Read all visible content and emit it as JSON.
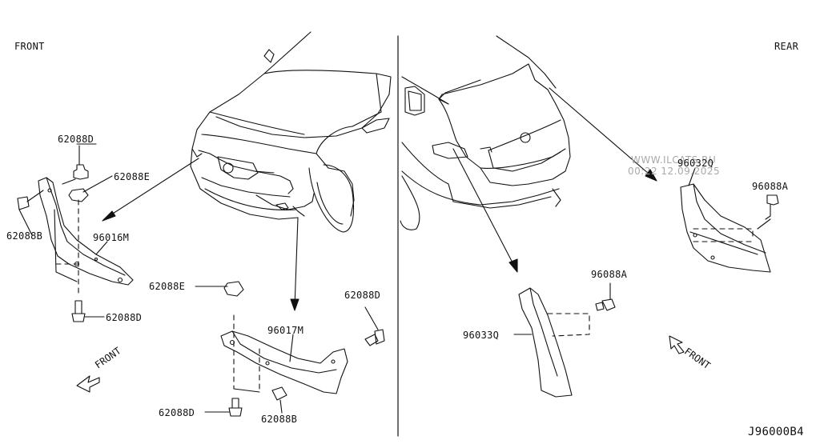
{
  "headings": {
    "front": "FRONT",
    "rear": "REAR"
  },
  "watermark": {
    "line1": "WWW.ILCATS.RU",
    "line2": "00:22 12.09.2025"
  },
  "parts": {
    "p62088D_a": "62088D",
    "p62088E_a": "62088E",
    "p62088B_a": "62088B",
    "p96016M": "96016M",
    "p62088D_b": "62088D",
    "p62088E_b": "62088E",
    "p62088D_c": "62088D",
    "p96017M": "96017M",
    "p62088D_d": "62088D",
    "p62088B_b": "62088B",
    "p96032Q": "96032Q",
    "p96088A_a": "96088A",
    "p96088A_b": "96088A",
    "p96033Q": "96033Q"
  },
  "front_indicators": {
    "left": "FRONT",
    "right": "FRONT"
  },
  "diagram_id": "J96000B4",
  "colors": {
    "line": "#111111",
    "watermark": "#a9a9a9"
  }
}
